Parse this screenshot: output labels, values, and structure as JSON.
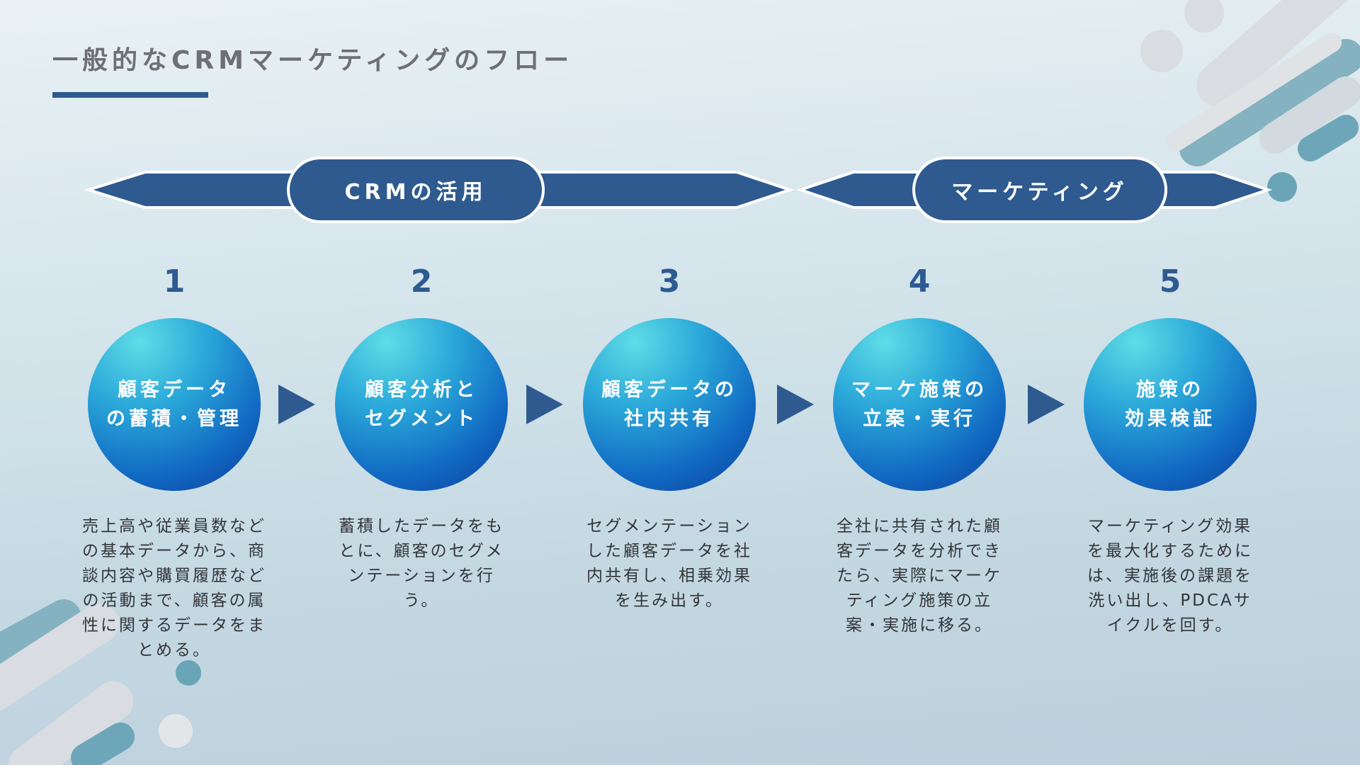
{
  "title": "一般的なCRMマーケティングのフロー",
  "colors": {
    "accent": "#2e5a8f",
    "circle_light": "#5fdde6",
    "circle_dark": "#0b3d9a",
    "title_text": "#6d6f72",
    "body_text": "#333538"
  },
  "phases": [
    {
      "label": "CRMの活用"
    },
    {
      "label": "マーケティング"
    }
  ],
  "steps": [
    {
      "number": "1",
      "circle_label": "顧客データ\nの蓄積・管理",
      "description": "売上高や従業員数など\nの基本データから、商\n談内容や購買履歴など\nの活動まで、顧客の属\n性に関するデータをま\nとめる。"
    },
    {
      "number": "2",
      "circle_label": "顧客分析と\nセグメント",
      "description": "蓄積したデータをも\nとに、顧客のセグメ\nンテーションを行\nう。"
    },
    {
      "number": "3",
      "circle_label": "顧客データの\n社内共有",
      "description": "セグメンテーション\nした顧客データを社\n内共有し、相乗効果\nを生み出す。"
    },
    {
      "number": "4",
      "circle_label": "マーケ施策の\n立案・実行",
      "description": "全社に共有された顧\n客データを分析でき\nたら、実際にマーケ\nティング施策の立\n案・実施に移る。"
    },
    {
      "number": "5",
      "circle_label": "施策の\n効果検証",
      "description": "マーケティング効果\nを最大化するために\nは、実施後の課題を\n洗い出し、PDCAサ\nイクルを回す。"
    }
  ]
}
